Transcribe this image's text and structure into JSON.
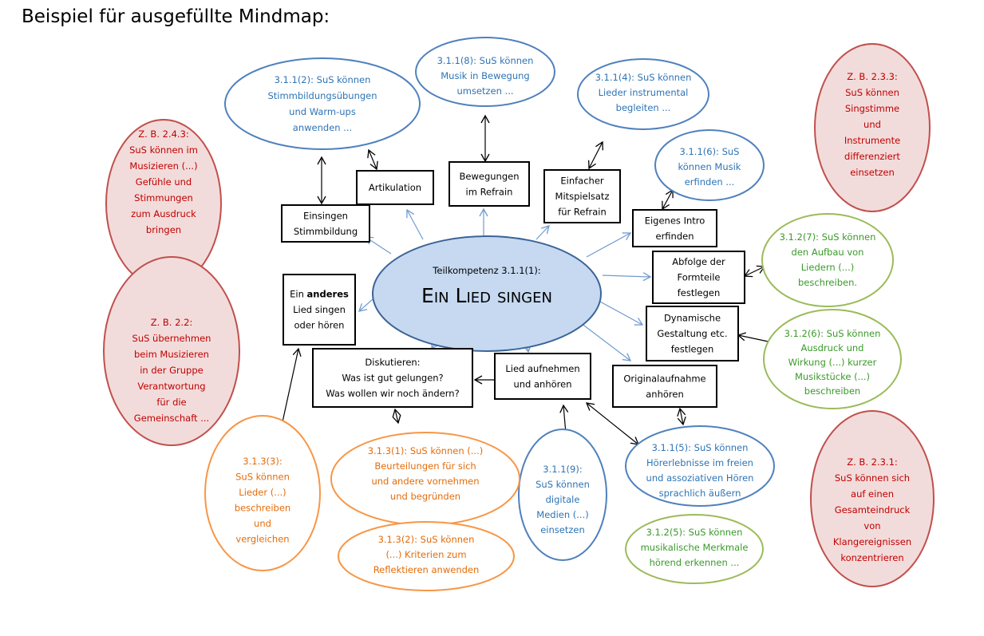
{
  "title": "Beispiel für ausgefüllte Mindmap:",
  "colors": {
    "red_stroke": "#c0504d",
    "red_fill": "#f2dcdb",
    "red_text": "#c00000",
    "blue_stroke": "#4f81bd",
    "blue_text": "#2e74b5",
    "green_stroke": "#9bbb59",
    "green_text": "#3a9a2a",
    "orange_stroke": "#f79646",
    "orange_text": "#e46c0a",
    "center_fill": "#c6d9f1",
    "arrow_blue": "#6f9bd1"
  },
  "center": {
    "subtitle": "Teilkompetenz 3.1.1(1):",
    "title": "Ein Lied singen"
  },
  "ellipses": [
    {
      "id": "r1",
      "color": "red",
      "lines": [
        "Z. B. 2.4.3:",
        "SuS können im",
        "Musizieren (...)",
        "Gefühle und",
        "Stimmungen",
        "zum Ausdruck",
        "bringen"
      ]
    },
    {
      "id": "r2",
      "color": "red",
      "lines": [
        "Z. B. 2.2:",
        "SuS übernehmen",
        "beim Musizieren",
        "in der Gruppe",
        "Verantwortung",
        "für die",
        "Gemeinschaft ..."
      ]
    },
    {
      "id": "r3",
      "color": "red",
      "lines": [
        "Z. B. 2.3.3:",
        "SuS können",
        "Singstimme",
        "und",
        "Instrumente",
        "differenziert",
        "einsetzen"
      ]
    },
    {
      "id": "r4",
      "color": "red",
      "lines": [
        "Z. B. 2.3.1:",
        "SuS können sich",
        "auf einen",
        "Gesamteindruck",
        "von",
        "Klangereignissen",
        "konzentrieren"
      ]
    },
    {
      "id": "b1",
      "color": "blue",
      "lines": [
        "3.1.1(2): SuS können",
        "Stimmbildungsübungen",
        "und Warm-ups",
        "anwenden ..."
      ]
    },
    {
      "id": "b2",
      "color": "blue",
      "lines": [
        "3.1.1(8): SuS können",
        "Musik in Bewegung",
        "umsetzen ..."
      ]
    },
    {
      "id": "b3",
      "color": "blue",
      "lines": [
        "3.1.1(4): SuS können",
        "Lieder instrumental",
        "begleiten ..."
      ]
    },
    {
      "id": "b4",
      "color": "blue",
      "lines": [
        "3.1.1(6): SuS",
        "können Musik",
        "erfinden ..."
      ]
    },
    {
      "id": "b5",
      "color": "blue",
      "lines": [
        "3.1.1(9):",
        "SuS können",
        "digitale",
        "Medien (...)",
        "einsetzen"
      ]
    },
    {
      "id": "b6",
      "color": "blue",
      "lines": [
        "3.1.1(5): SuS können",
        "Hörerlebnisse im freien",
        "und assoziativen Hören",
        "sprachlich äußern"
      ]
    },
    {
      "id": "g1",
      "color": "green",
      "lines": [
        "3.1.2(7): SuS können",
        "den Aufbau von",
        "Liedern (...)",
        "beschreiben."
      ]
    },
    {
      "id": "g2",
      "color": "green",
      "lines": [
        "3.1.2(6): SuS können",
        "Ausdruck und",
        "Wirkung (...) kurzer",
        "Musikstücke (...)",
        "beschreiben"
      ]
    },
    {
      "id": "g3",
      "color": "green",
      "lines": [
        "3.1.2(5): SuS können",
        "musikalische Merkmale",
        "hörend erkennen ..."
      ]
    },
    {
      "id": "o1",
      "color": "orange",
      "lines": [
        "3.1.3(3):",
        "SuS können",
        "Lieder (...)",
        "beschreiben",
        "und",
        "vergleichen"
      ]
    },
    {
      "id": "o2",
      "color": "orange",
      "lines": [
        "3.1.3(1): SuS können (...)",
        "Beurteilungen für sich",
        "und andere vornehmen",
        "und begründen"
      ]
    },
    {
      "id": "o3",
      "color": "orange",
      "lines": [
        "3.1.3(2): SuS können",
        "(...) Kriterien zum",
        "Reflektieren anwenden"
      ]
    }
  ],
  "boxes": [
    {
      "id": "artikulation",
      "lines": [
        "Artikulation"
      ]
    },
    {
      "id": "einsingen",
      "lines": [
        "Einsingen",
        "Stimmbildung"
      ]
    },
    {
      "id": "bewegungen",
      "lines": [
        "Bewegungen",
        "im Refrain"
      ]
    },
    {
      "id": "mitspielsatz",
      "lines": [
        "Einfacher",
        "Mitspielsatz",
        "für Refrain"
      ]
    },
    {
      "id": "intro",
      "lines": [
        "Eigenes Intro",
        "erfinden"
      ]
    },
    {
      "id": "formteile",
      "lines": [
        "Abfolge der",
        "Formteile",
        "festlegen"
      ]
    },
    {
      "id": "dynamik",
      "lines": [
        "Dynamische",
        "Gestaltung etc.",
        "festlegen"
      ]
    },
    {
      "id": "original",
      "lines": [
        "Originalaufnahme",
        "anhören"
      ]
    },
    {
      "id": "anderes",
      "lines": [
        "Ein anderes",
        "Lied singen",
        "oder hören"
      ]
    },
    {
      "id": "diskutieren",
      "lines": [
        "Diskutieren:",
        "Was ist gut gelungen?",
        "Was wollen wir noch ändern?"
      ]
    },
    {
      "id": "aufnehmen",
      "lines": [
        "Lied aufnehmen",
        "und anhören"
      ]
    }
  ]
}
